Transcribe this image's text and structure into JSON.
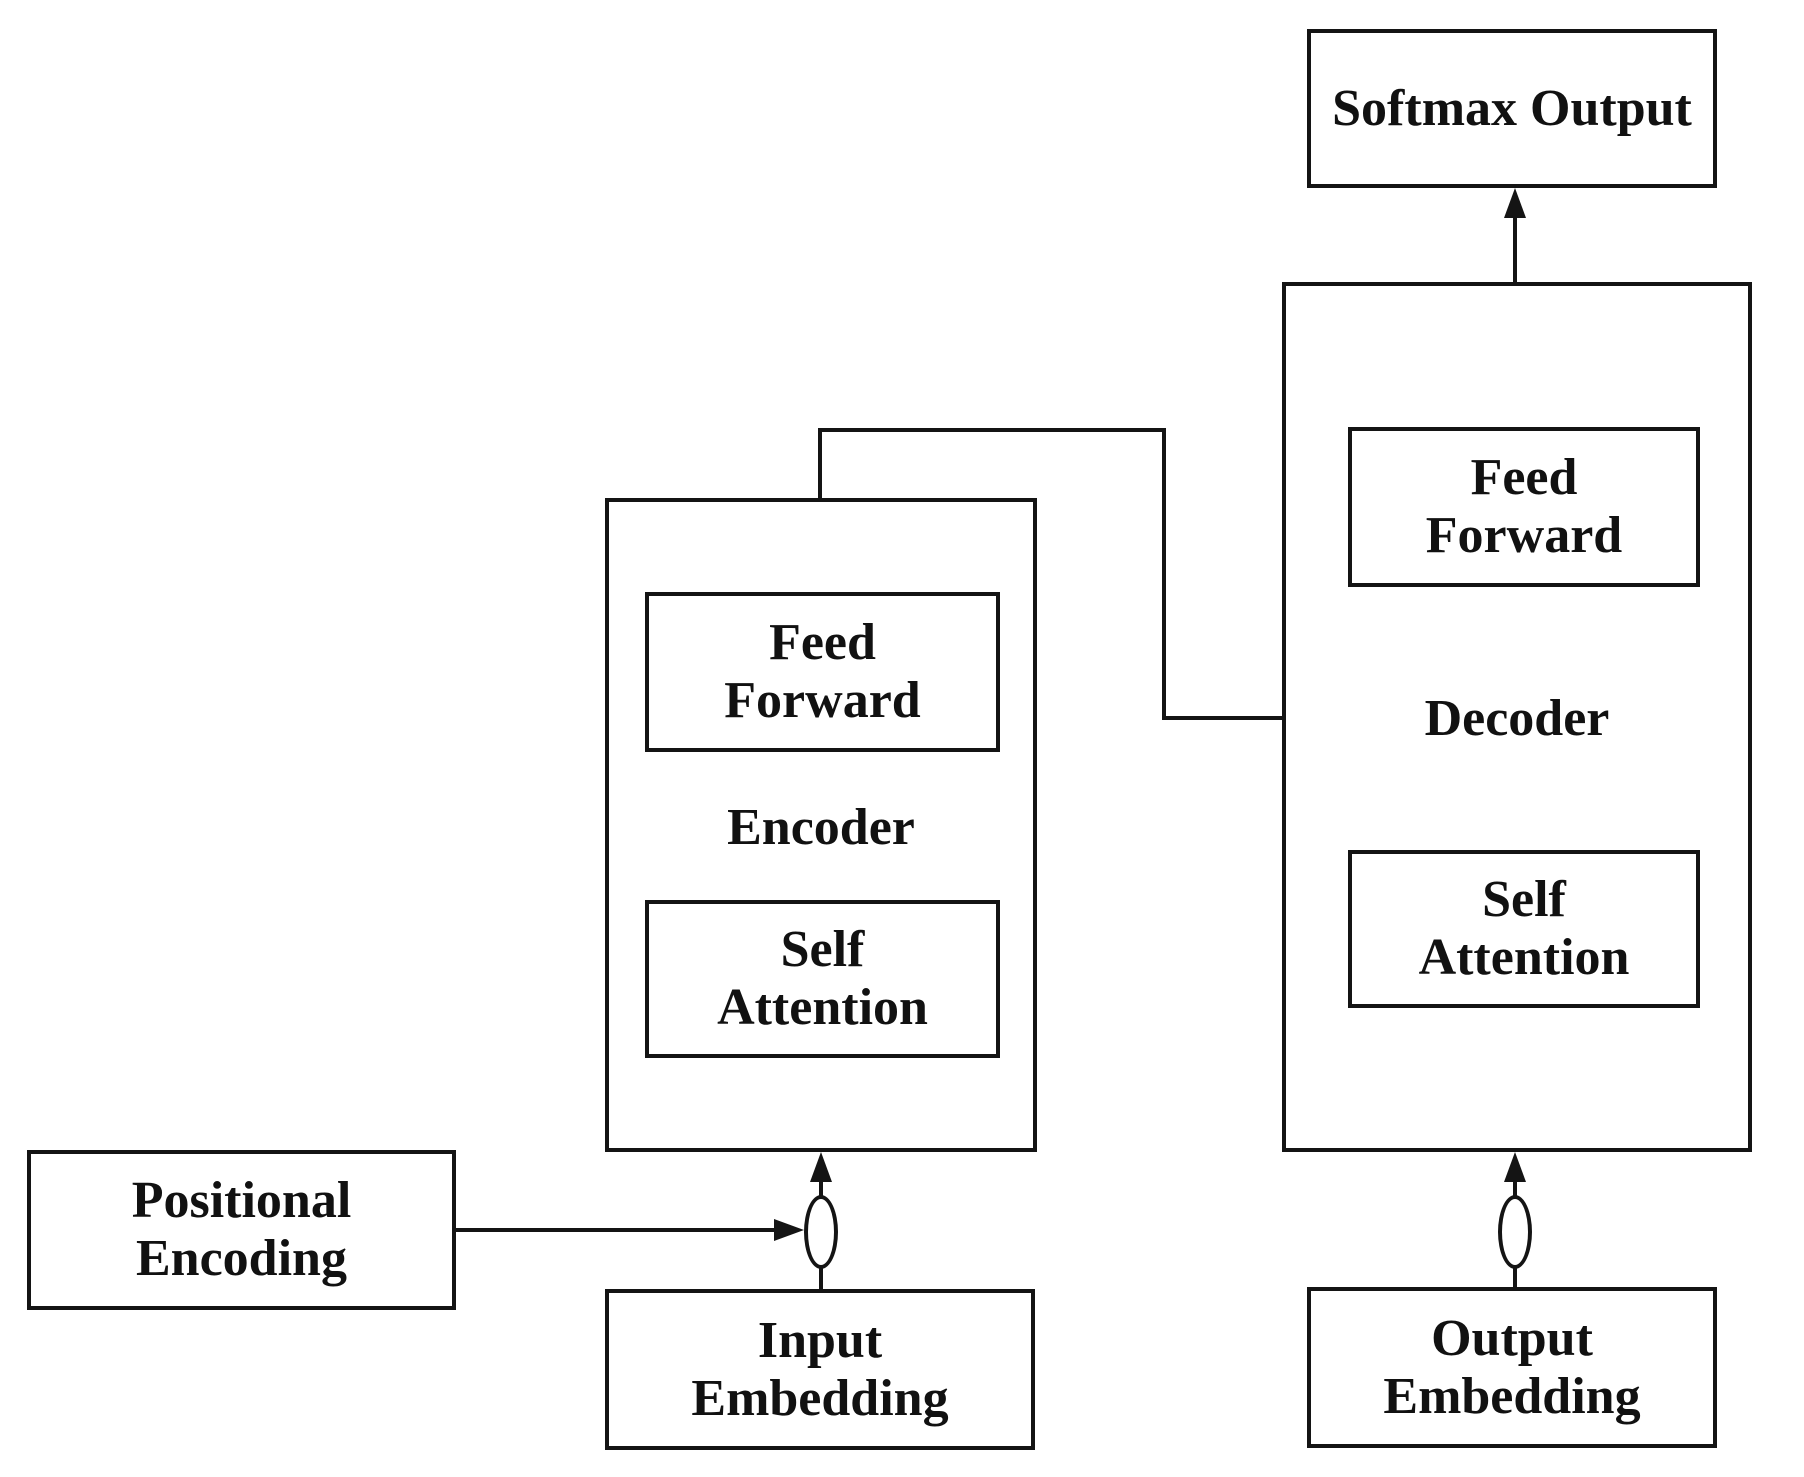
{
  "colors": {
    "ink": "#141414",
    "text": "#111111",
    "background": "#ffffff",
    "box_fill": "#ffffff"
  },
  "nodes": {
    "softmax_output": {
      "label": "Softmax Output"
    },
    "decoder": {
      "label": "Decoder"
    },
    "decoder_feed_forward": {
      "label": "Feed\nForward"
    },
    "decoder_self_attention": {
      "label": "Self\nAttention"
    },
    "encoder": {
      "label": "Encoder"
    },
    "encoder_feed_forward": {
      "label": "Feed\nForward"
    },
    "encoder_self_attention": {
      "label": "Self\nAttention"
    },
    "positional_encoding": {
      "label": "Positional\nEncoding"
    },
    "input_embedding": {
      "label": "Input\nEmbedding"
    },
    "output_embedding": {
      "label": "Output\nEmbedding"
    }
  }
}
